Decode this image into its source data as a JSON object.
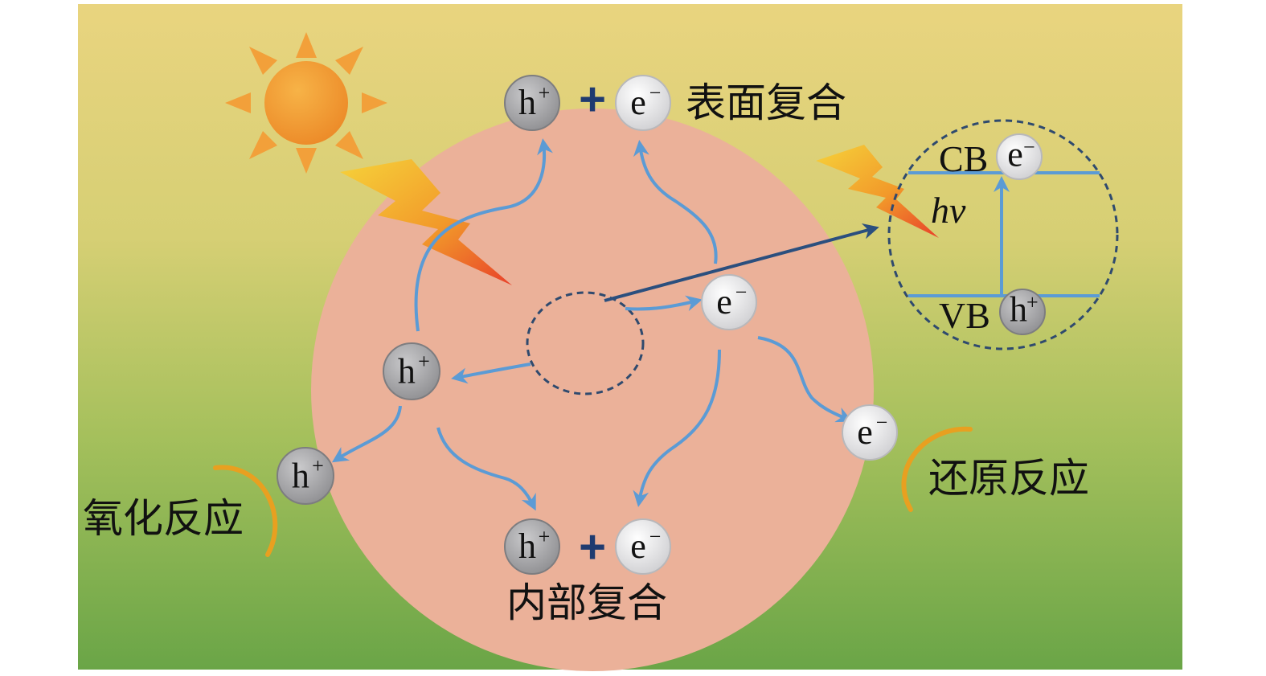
{
  "labels": {
    "surface_recombination": "表面复合",
    "internal_recombination": "内部复合",
    "oxidation_reaction": "氧化反应",
    "reduction_reaction": "还原反应",
    "cb": "CB",
    "vb": "VB",
    "hv": "hv",
    "plus": "+"
  },
  "carriers": {
    "hole": {
      "base": "h",
      "sup": "+"
    },
    "electron": {
      "base": "e",
      "sup": "−"
    }
  },
  "colors": {
    "background_top": "#e7d27e",
    "background_bottom": "#6fa84a",
    "particle": "#ebb199",
    "arrow": "#5b9bd5",
    "band_arrow": "#2b4f7e",
    "dash_circle": "#2f4a6e",
    "hole_fill": "#a9a9ab",
    "electron_fill": "#e8e8ea",
    "plus": "#1f3b70",
    "sun": "#f09a2c",
    "reaction_arc": "#e8a020"
  },
  "icons": [
    "sun-icon",
    "lightning-icon",
    "plus-icon"
  ]
}
